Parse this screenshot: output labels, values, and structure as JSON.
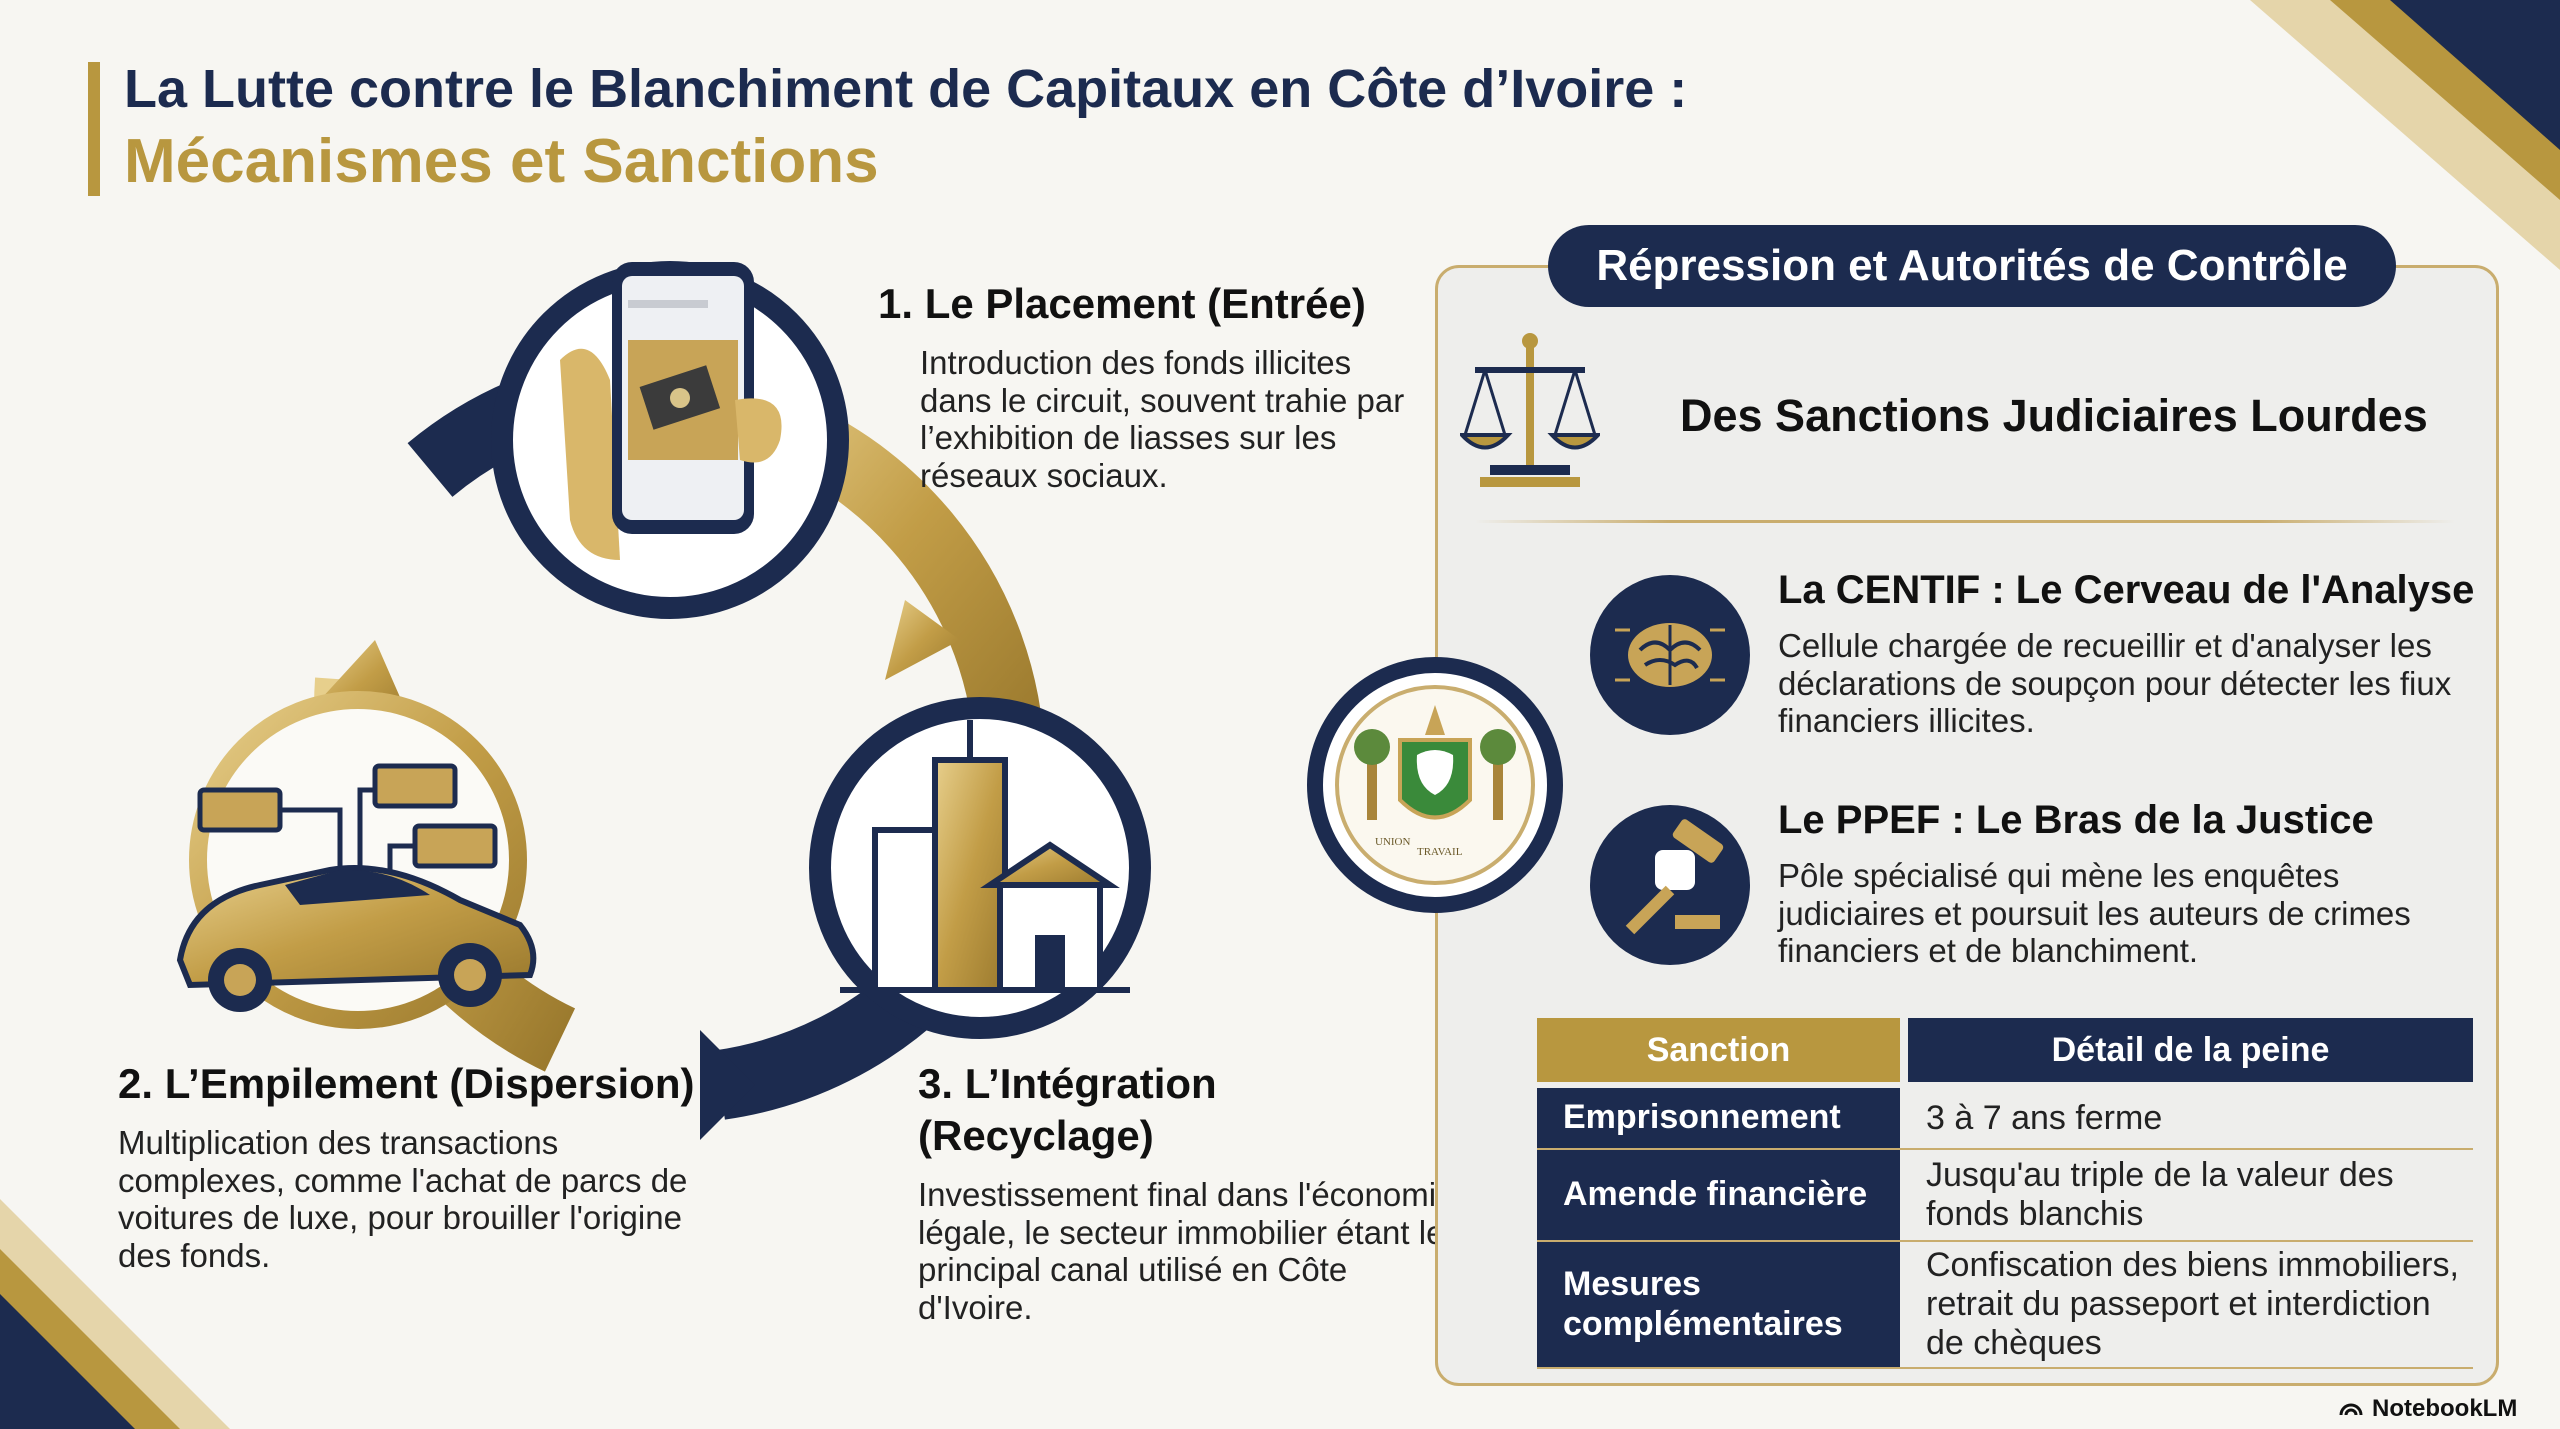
{
  "title": {
    "line1": "La Lutte contre le Blanchiment de Capitaux en Côte d’Ivoire :",
    "line2": "Mécanismes et Sanctions"
  },
  "steps": [
    {
      "title": "1. Le Placement (Entrée)",
      "description": "Introduction des fonds illicites dans le circuit, souvent trahie par l’exhibition de liasses sur les réseaux sociaux.",
      "icon": "smartphone-cash-icon"
    },
    {
      "title": "2. L’Empilement (Dispersion)",
      "description": "Multiplication des transactions complexes, comme l'achat de parcs de voitures de luxe, pour brouiller l'origine des fonds.",
      "icon": "luxury-car-icon"
    },
    {
      "title": "3. L’Intégration (Recyclage)",
      "description": "Investissement final dans l'économie légale, le secteur immobilier étant le principal canal utilisé en Côte d'Ivoire.",
      "icon": "buildings-icon"
    }
  ],
  "panel": {
    "header": "Répression et Autorités de Contrôle",
    "sanctions_title": "Des Sanctions Judiciaires Lourdes",
    "orgs": [
      {
        "title": "La CENTIF : Le Cerveau de l'Analyse",
        "description": "Cellule chargée de recueillir et d'analyser les déclarations de soupçon pour détecter les fiux financiers illicites.",
        "icon": "brain-icon"
      },
      {
        "title": "Le PPEF : Le Bras de la Justice",
        "description": "Pôle spécialisé qui mène les enquêtes judiciaires et poursuit les auteurs de crimes financiers et de blanchiment.",
        "icon": "gavel-fist-icon"
      }
    ],
    "emblem_text": {
      "motto_left": "UNION",
      "motto_bottom": "TRAVAIL"
    },
    "table": {
      "headers": [
        "Sanction",
        "Détail de la peine"
      ],
      "rows": [
        [
          "Emprisonnement",
          "3 à 7 ans ferme"
        ],
        [
          "Amende financière",
          "Jusqu'au triple de la valeur des fonds blanchis"
        ],
        [
          "Mesures complémentaires",
          "Confiscation des biens immobiliers, retrait du passeport et interdiction de chèques"
        ]
      ]
    }
  },
  "footer": {
    "brand": "NotebookLM"
  },
  "colors": {
    "navy": "#1c2b4f",
    "gold": "#b8973f",
    "background": "#f7f6f2"
  }
}
